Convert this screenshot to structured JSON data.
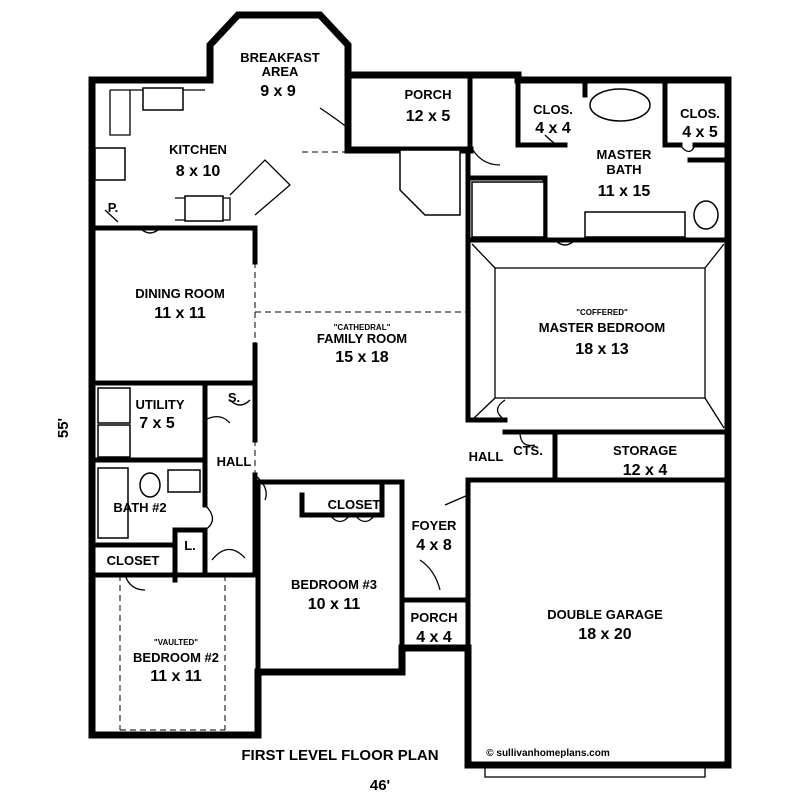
{
  "plan": {
    "title": "FIRST LEVEL FLOOR PLAN",
    "width": "46'",
    "depth": "55'",
    "credit": "© sullivanhomeplans.com"
  },
  "rooms": {
    "breakfast": {
      "line1": "BREAKFAST",
      "line2": "AREA",
      "dim": "9 x 9"
    },
    "porch_top": {
      "name": "PORCH",
      "dim": "12 x 5"
    },
    "kitchen": {
      "name": "KITCHEN",
      "dim": "8 x 10"
    },
    "pantry": {
      "name": "P."
    },
    "clos_a": {
      "name": "CLOS.",
      "dim": "4 x 4"
    },
    "clos_b": {
      "name": "CLOS.",
      "dim": "4 x 5"
    },
    "master_bath": {
      "line1": "MASTER",
      "line2": "BATH",
      "dim": "11 x 15"
    },
    "dining": {
      "name": "DINING ROOM",
      "dim": "11 x 11"
    },
    "family": {
      "tag": "\"CATHEDRAL\"",
      "name": "FAMILY ROOM",
      "dim": "15 x 18"
    },
    "master_bed": {
      "tag": "\"COFFERED\"",
      "name": "MASTER BEDROOM",
      "dim": "18 x 13"
    },
    "utility": {
      "name": "UTILITY",
      "dim": "7 x 5"
    },
    "storage_s": {
      "name": "S."
    },
    "hall_left": {
      "name": "HALL"
    },
    "hall_right": {
      "name": "HALL"
    },
    "cts": {
      "name": "CTS."
    },
    "storage": {
      "name": "STORAGE",
      "dim": "12 x 4"
    },
    "bath2": {
      "name": "BATH #2"
    },
    "linen": {
      "name": "L."
    },
    "closet_left": {
      "name": "CLOSET"
    },
    "closet_bed3": {
      "name": "CLOSET"
    },
    "foyer": {
      "name": "FOYER",
      "dim": "4 x 8"
    },
    "bedroom3": {
      "name": "BEDROOM #3",
      "dim": "10 x 11"
    },
    "porch_front": {
      "name": "PORCH",
      "dim": "4 x 4"
    },
    "garage": {
      "name": "DOUBLE GARAGE",
      "dim": "18 x 20"
    },
    "bedroom2": {
      "tag": "\"VAULTED\"",
      "name": "BEDROOM #2",
      "dim": "11 x 11"
    }
  }
}
